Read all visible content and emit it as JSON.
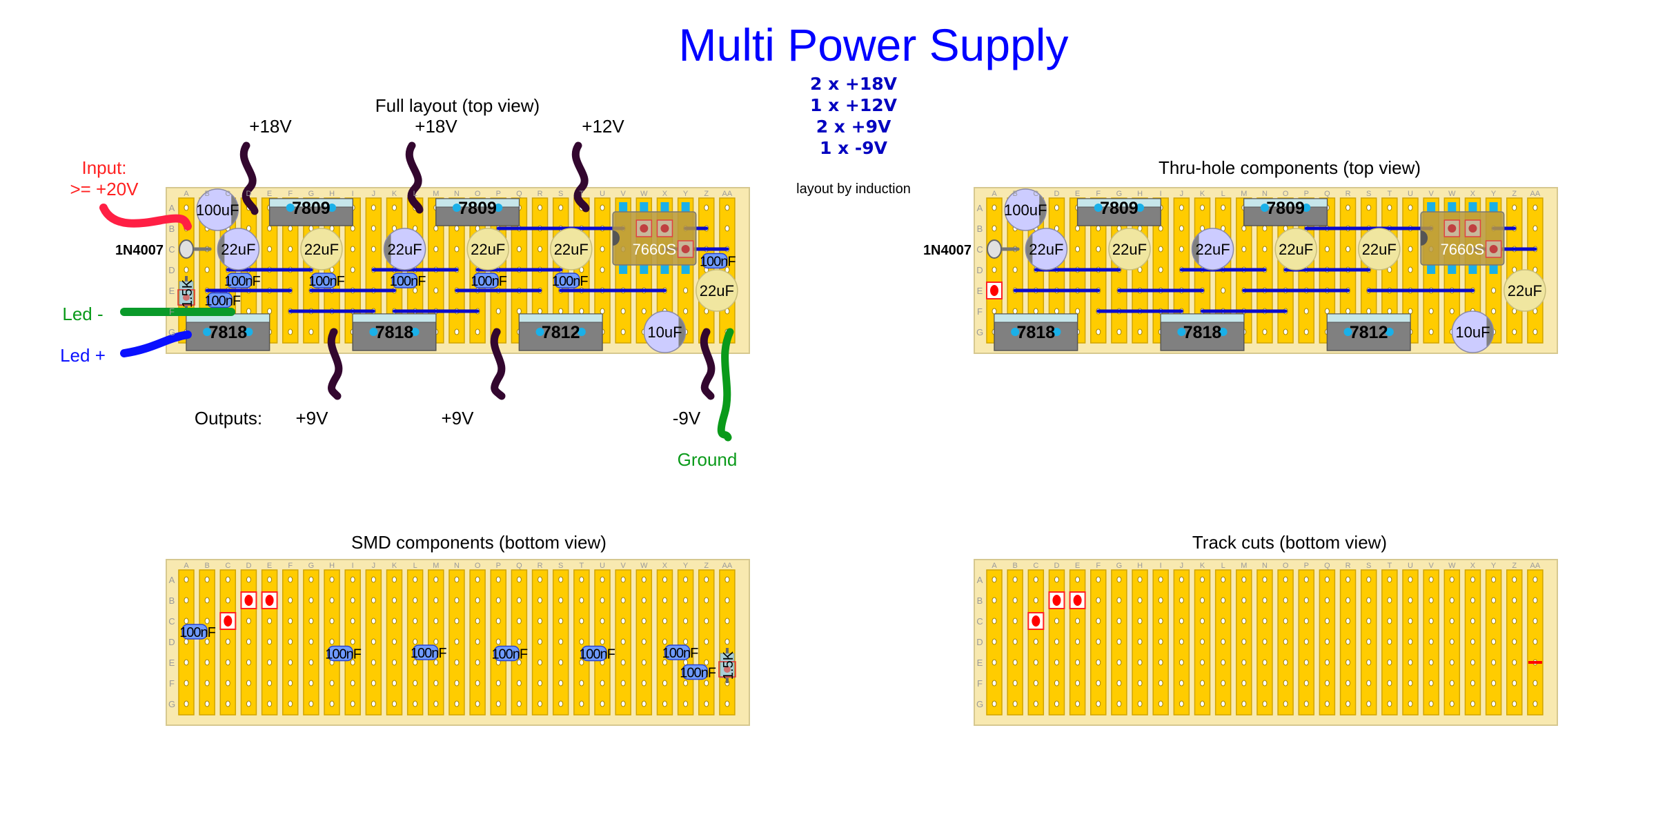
{
  "title": "Multi Power Supply",
  "summary": [
    "2 x +18V",
    "1 x +12V",
    "2 x +9V",
    "1 x -9V"
  ],
  "credit": "layout by induction",
  "boards": {
    "full": {
      "caption": "Full layout (top view)"
    },
    "thru": {
      "caption": "Thru-hole components (top view)"
    },
    "smd": {
      "caption": "SMD components (bottom view)"
    },
    "cuts": {
      "caption": "Track cuts (bottom view)"
    }
  },
  "board_columns": [
    "A",
    "B",
    "C",
    "D",
    "E",
    "F",
    "G",
    "H",
    "I",
    "J",
    "K",
    "L",
    "M",
    "N",
    "O",
    "P",
    "Q",
    "R",
    "S",
    "T",
    "U",
    "V",
    "W",
    "X",
    "Y",
    "Z",
    "AA"
  ],
  "board_rows": [
    "A",
    "B",
    "C",
    "D",
    "E",
    "F",
    "G"
  ],
  "components": {
    "c100uF": "100uF",
    "c22uF": "22uF",
    "c10uF": "10uF",
    "c100nF": "100nF",
    "reg7809": "7809",
    "reg7818": "7818",
    "reg7812": "7812",
    "ic": "7660S",
    "diode": "1N4007",
    "resistor": "1.5K"
  },
  "annotations": {
    "input_label": "Input:",
    "input_value": ">= +20V",
    "out_18v_a": "+18V",
    "out_18v_b": "+18V",
    "out_12v": "+12V",
    "led_minus": "Led -",
    "led_plus": "Led +",
    "outputs": "Outputs:",
    "out_9v_a": "+9V",
    "out_9v_b": "+9V",
    "out_neg9v": "-9V",
    "ground": "Ground"
  },
  "colors": {
    "title": "#0000ff",
    "summary": "#0000c0",
    "board": "#f8e9b0",
    "strip": "#ffcc00",
    "link": "#0a0acc",
    "wire_output": "#33072f",
    "wire_input": "#ff1f44",
    "wire_led_minus": "#0a9a2a",
    "wire_led_plus": "#0a10ff",
    "wire_ground": "#0a9a1a",
    "track_cut": "#ff0000"
  }
}
